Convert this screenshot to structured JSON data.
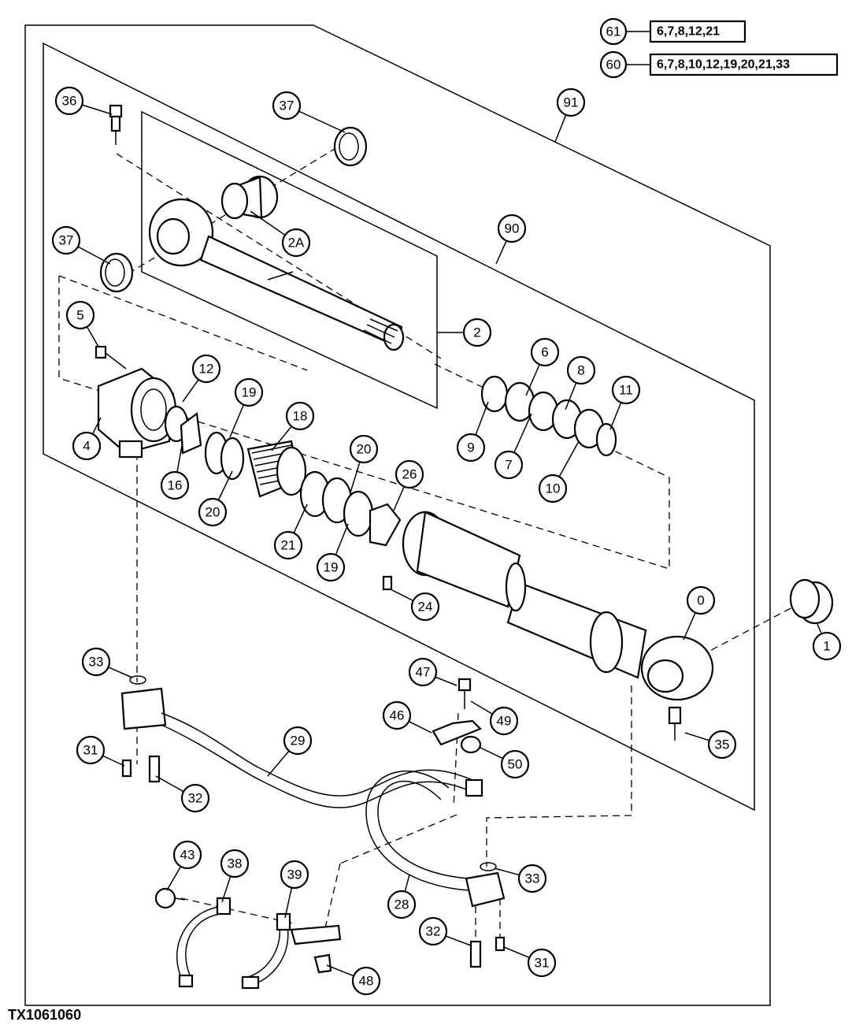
{
  "figure_ref": "TX1061060",
  "kits": [
    {
      "callout": "61",
      "contents": "6,7,8,12,21"
    },
    {
      "callout": "60",
      "contents": "6,7,8,10,12,19,20,21,33"
    }
  ],
  "callouts": [
    "0",
    "1",
    "2",
    "2A",
    "4",
    "5",
    "6",
    "7",
    "8",
    "9",
    "10",
    "11",
    "12",
    "16",
    "18",
    "19",
    "19",
    "20",
    "20",
    "21",
    "24",
    "26",
    "28",
    "29",
    "31",
    "31",
    "32",
    "32",
    "33",
    "33",
    "35",
    "36",
    "37",
    "37",
    "38",
    "39",
    "43",
    "46",
    "47",
    "48",
    "49",
    "50",
    "90",
    "91"
  ],
  "colors": {
    "ink": "#000000",
    "paper": "#ffffff"
  }
}
